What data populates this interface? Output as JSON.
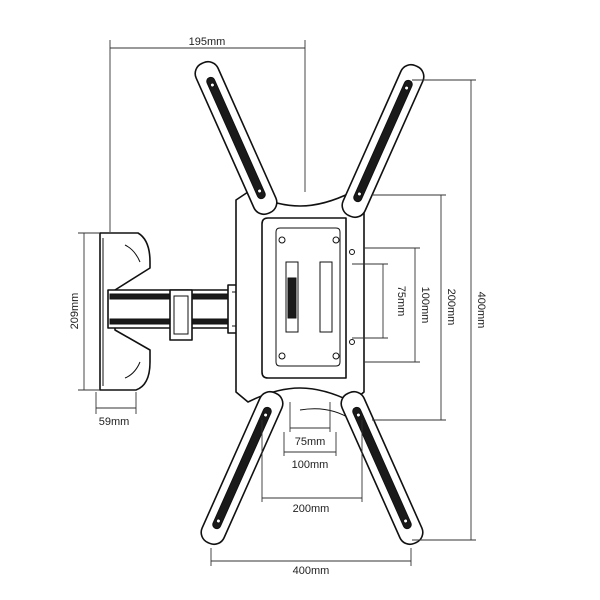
{
  "dimensions": {
    "top_width": "195mm",
    "side_height": "209mm",
    "depth": "59mm",
    "vesa_75_vertical": "75mm",
    "vesa_100_vertical": "100mm",
    "vesa_200_vertical": "200mm",
    "vesa_400_vertical": "400mm",
    "vesa_75_horizontal": "75mm",
    "vesa_100_horizontal": "100mm",
    "vesa_200_horizontal": "200mm",
    "vesa_400_horizontal": "400mm"
  }
}
